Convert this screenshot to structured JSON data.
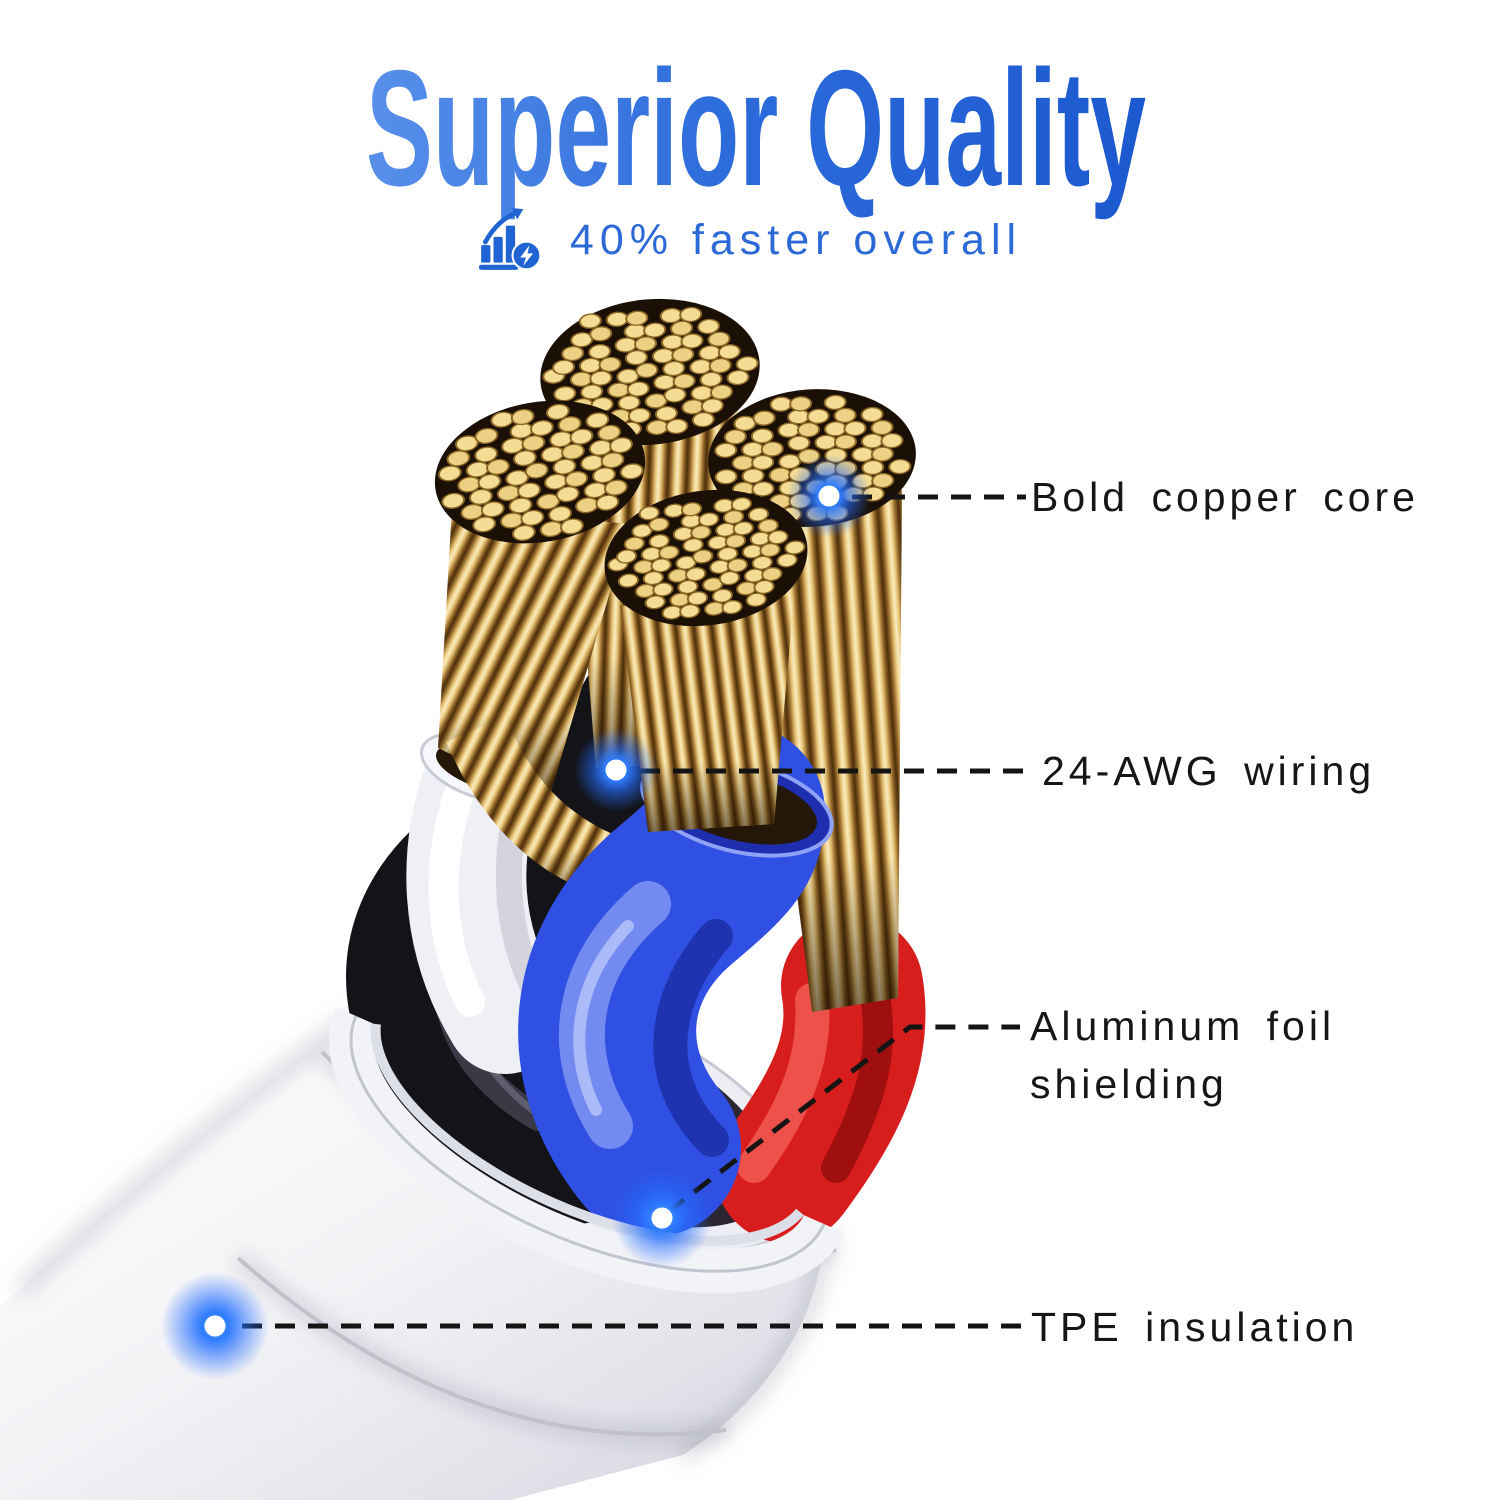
{
  "header": {
    "title": "Superior Quality",
    "subtitle": "40% faster overall",
    "icon": "growth-chart-lightning-icon"
  },
  "callouts": [
    {
      "id": "copper-core",
      "label": "Bold copper core"
    },
    {
      "id": "awg-wiring",
      "label": "24-AWG wiring"
    },
    {
      "id": "foil-shielding",
      "label": "Aluminum foil shielding"
    },
    {
      "id": "tpe-insulation",
      "label": "TPE insulation"
    }
  ],
  "colors": {
    "title_gradient_start": "#5890ea",
    "title_gradient_end": "#1c59d0",
    "subtitle_blue": "#2b6ad6",
    "label_text": "#161616",
    "callout_glow_blue": "#1f6dff",
    "copper_gold": "#f2d68c",
    "wire_blue": "#2f50e2",
    "wire_red": "#d81d1d",
    "wire_black": "#131318",
    "wire_white": "#eef0f5",
    "jacket_white": "#f2f2f6",
    "background": "#ffffff"
  }
}
